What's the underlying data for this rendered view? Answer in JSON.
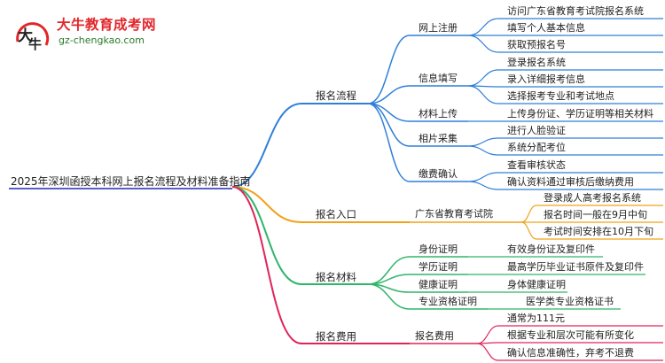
{
  "logo": {
    "icon": "dawniu-circle-logo",
    "name": "大牛教育成考网",
    "site": "gz-chengkao.com"
  },
  "colors": {
    "process": "#2f7fd8",
    "entry": "#f0a21a",
    "materials": "#2fb56a",
    "fees": "#e0245a",
    "root_stem": "#5a5fc8"
  },
  "mindmap": {
    "root": "2025年深圳函授本科网上报名流程及材料准备指南",
    "branches": [
      {
        "label": "报名流程",
        "children": [
          {
            "label": "网上注册",
            "items": [
              "访问广东省教育考试院报名系统",
              "填写个人基本信息",
              "获取预报名号"
            ]
          },
          {
            "label": "信息填写",
            "items": [
              "登录报名系统",
              "录入详细报考信息",
              "选择报考专业和考试地点"
            ]
          },
          {
            "label": "材料上传",
            "items": [
              "上传身份证、学历证明等相关材料"
            ]
          },
          {
            "label": "相片采集",
            "items": [
              "进行人脸验证",
              "系统分配考位"
            ]
          },
          {
            "label": "缴费确认",
            "items": [
              "查看审核状态",
              "确认资料通过审核后缴纳费用"
            ]
          }
        ]
      },
      {
        "label": "报名入口",
        "children": [
          {
            "label": "广东省教育考试院",
            "items": [
              "登录成人高考报名系统",
              "报名时间一般在9月中旬",
              "考试时间安排在10月下旬"
            ]
          }
        ]
      },
      {
        "label": "报名材料",
        "children": [
          {
            "label": "身份证明",
            "items": [
              "有效身份证及复印件"
            ]
          },
          {
            "label": "学历证明",
            "items": [
              "最高学历毕业证书原件及复印件"
            ]
          },
          {
            "label": "健康证明",
            "items": [
              "身体健康证明"
            ]
          },
          {
            "label": "专业资格证明",
            "items": [
              "医学类专业资格证书"
            ]
          }
        ]
      },
      {
        "label": "报名费用",
        "children": [
          {
            "label": "报名费用",
            "items": [
              "通常为111元",
              "根据专业和层次可能有所变化",
              "确认信息准确性，弃考不退费"
            ]
          }
        ]
      }
    ]
  }
}
